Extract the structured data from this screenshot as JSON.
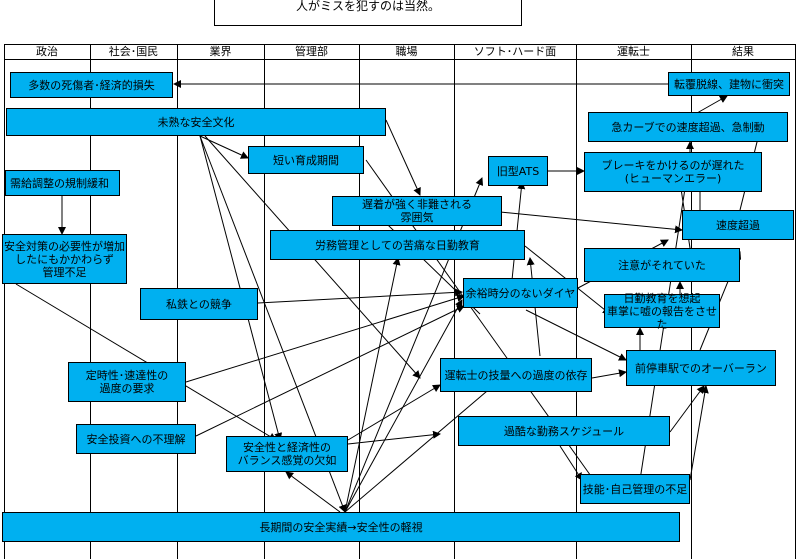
{
  "title": "人がミスを犯すのは当然。",
  "columns": [
    "政治",
    "社会･国民",
    "業界",
    "管理部",
    "職場",
    "ソフト･ハード面",
    "運転士",
    "結果"
  ],
  "nodes": {
    "n_casualties": "多数の死傷者･経済的損失",
    "n_immature_culture": "未熟な安全文化",
    "n_deregulation": "需給調整の規制緩和",
    "n_mgmt_lack": "安全対策の必要性が増加\nしたにもかかわらず\n管理不足",
    "n_private_rail": "私鉄との競争",
    "n_punctuality": "定時性･速達性の\n過度の要求",
    "n_investment": "安全投資への不理解",
    "n_short_training": "短い育成期間",
    "n_balance": "安全性と経済性の\nバランス感覚の欠如",
    "n_long_record": "長期間の安全実績→安全性の軽視",
    "n_blame_culture": "遅着が強く非難される\n雰囲気",
    "n_dayshift_edu": "労務管理としての苦痛な日勤教育",
    "n_old_ats": "旧型ATS",
    "n_no_margin": "余裕時分のないダイヤ",
    "n_skill_depend": "運転士の技量への過度の依存",
    "n_harsh_schedule": "過酷な勤務スケジュール",
    "n_self_manage": "技能･自己管理の不足",
    "n_derail": "転覆脱線、建物に衝突",
    "n_sharp_curve": "急カーブでの速度超過、急制動",
    "n_brake_late": "ブレーキをかけるのが遅れた\n(ヒューマンエラー)",
    "n_speeding": "速度超過",
    "n_attention": "注意がそれていた",
    "n_false_report": "日勤教育を想起\n車掌に嘘の報告をさせた",
    "n_overrun": "前停車駅でのオーバーラン"
  }
}
